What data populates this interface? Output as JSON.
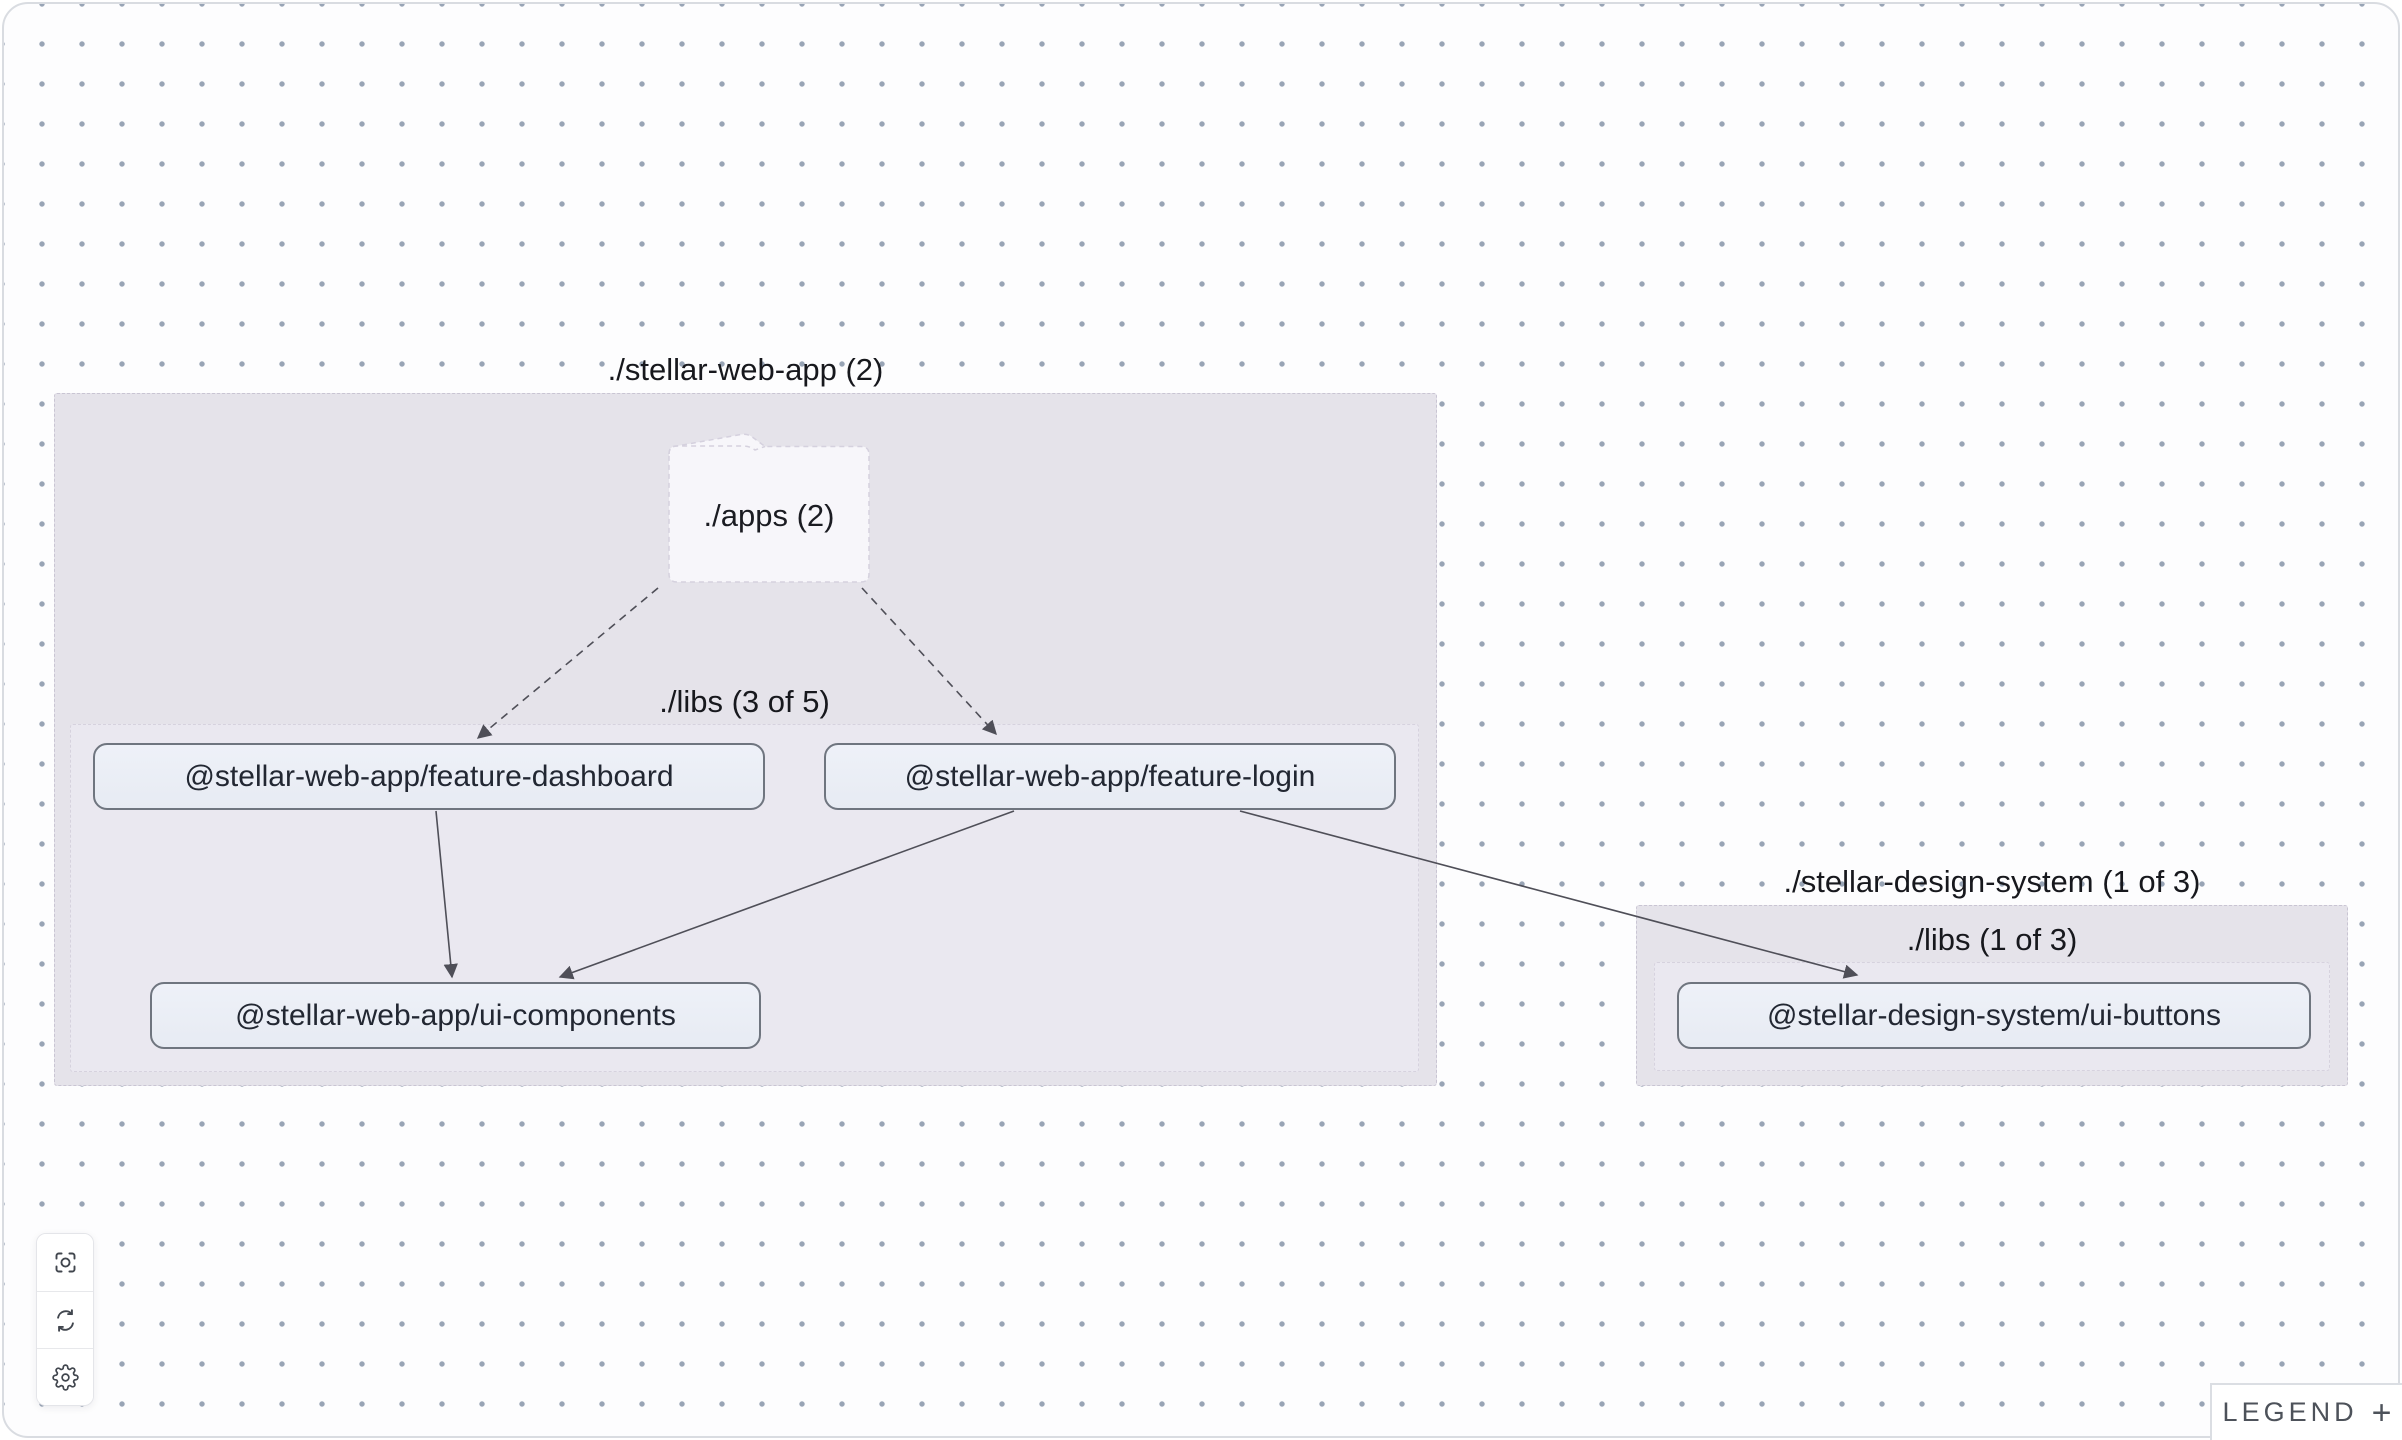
{
  "app": {
    "view": "project-dependency-graph"
  },
  "graph": {
    "groups": {
      "webApp": {
        "title": "./stellar-web-app (2)",
        "libsLabel": "./libs (3 of 5)"
      },
      "designSystem": {
        "title": "./stellar-design-system (1 of 3)",
        "libsLabel": "./libs (1 of 3)"
      }
    },
    "folders": {
      "apps": {
        "label": "./apps (2)"
      }
    },
    "nodes": {
      "featureDashboard": {
        "label": "@stellar-web-app/feature-dashboard"
      },
      "featureLogin": {
        "label": "@stellar-web-app/feature-login"
      },
      "uiComponents": {
        "label": "@stellar-web-app/ui-components"
      },
      "uiButtons": {
        "label": "@stellar-design-system/ui-buttons"
      }
    },
    "edges": [
      {
        "source": "./apps",
        "target": "@stellar-web-app/feature-dashboard",
        "style": "dashed"
      },
      {
        "source": "./apps",
        "target": "@stellar-web-app/feature-login",
        "style": "dashed"
      },
      {
        "source": "@stellar-web-app/feature-dashboard",
        "target": "@stellar-web-app/ui-components",
        "style": "solid"
      },
      {
        "source": "@stellar-web-app/feature-login",
        "target": "@stellar-web-app/ui-components",
        "style": "solid"
      },
      {
        "source": "@stellar-web-app/feature-login",
        "target": "@stellar-design-system/ui-buttons",
        "style": "solid"
      }
    ]
  },
  "controls": {
    "icons": [
      "focus-icon",
      "refresh-icon",
      "gear-icon"
    ]
  },
  "legend": {
    "label": "LEGEND",
    "toggle": "+"
  },
  "colors": {
    "canvas": "#fdfdfe",
    "dot": "#8694a8",
    "groupFill": "#e5e3ea",
    "subGroupFill": "#eae8f0",
    "nodeFill": "#e9edf5",
    "nodeBorder": "#6f757f",
    "folderFill": "#f7f6fa",
    "edge": "#4f4f58",
    "frameBorder": "#d9dce1"
  }
}
